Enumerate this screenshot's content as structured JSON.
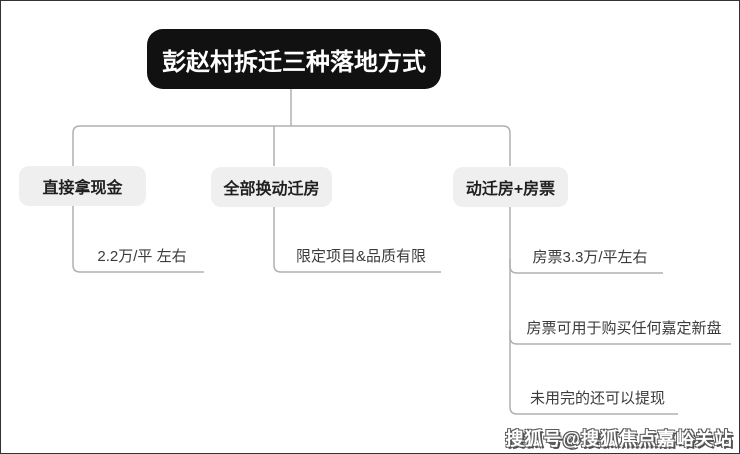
{
  "root": {
    "title": "彭赵村拆迁三种落地方式"
  },
  "branches": [
    {
      "label": "直接拿现金",
      "leaves": [
        "2.2万/平 左右"
      ]
    },
    {
      "label": "全部换动迁房",
      "leaves": [
        "限定项目&品质有限"
      ]
    },
    {
      "label": "动迁房+房票",
      "leaves": [
        "房票3.3万/平左右",
        "房票可用于购买任何嘉定新盘",
        "未用完的还可以提现"
      ]
    }
  ],
  "watermark": "搜狐号@搜狐焦点嘉峪关站",
  "colors": {
    "root_bg": "#111111",
    "root_text": "#ffffff",
    "node_bg": "#efefef",
    "node_text": "#1f1f1f",
    "leaf_text": "#3b3b3b",
    "line": "#b0b0b0",
    "border": "#333333"
  }
}
